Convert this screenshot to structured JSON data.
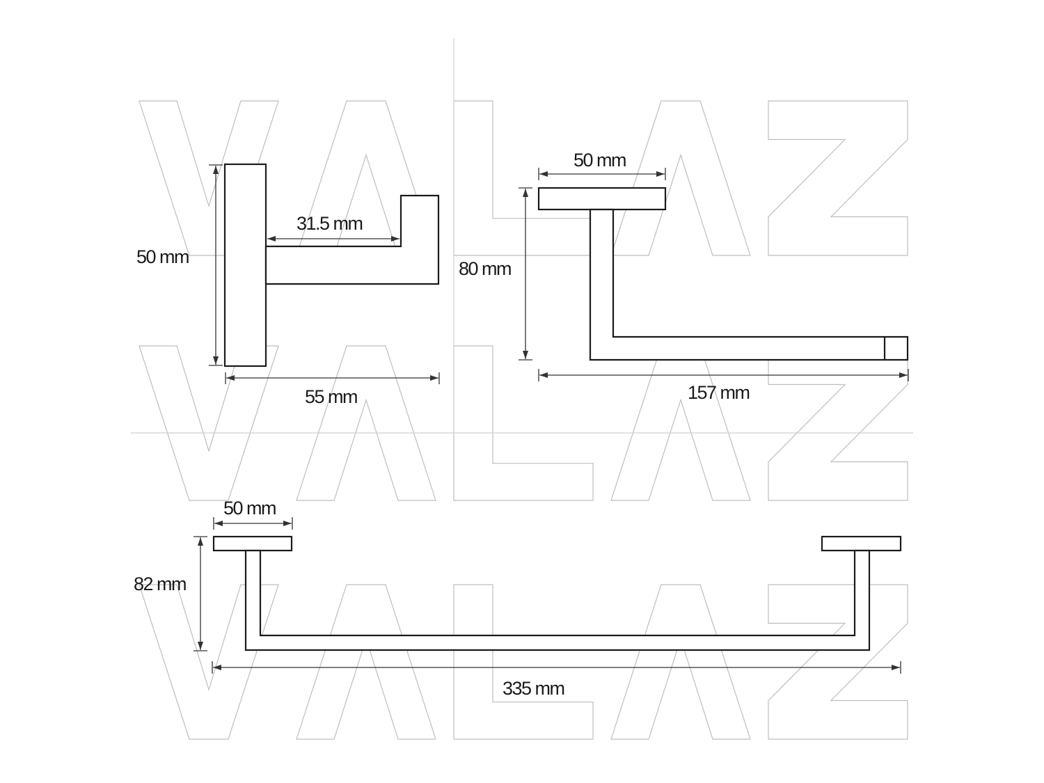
{
  "watermark": {
    "text": "VALAZ",
    "color": "#bdbdbd"
  },
  "views": {
    "hook": {
      "height_label": "50 mm",
      "arm_label": "31.5 mm",
      "width_label": "55 mm"
    },
    "paper_holder": {
      "plate_label": "50 mm",
      "height_label": "80 mm",
      "length_label": "157 mm"
    },
    "towel_bar": {
      "plate_label": "50 mm",
      "height_label": "82 mm",
      "length_label": "335 mm"
    }
  }
}
